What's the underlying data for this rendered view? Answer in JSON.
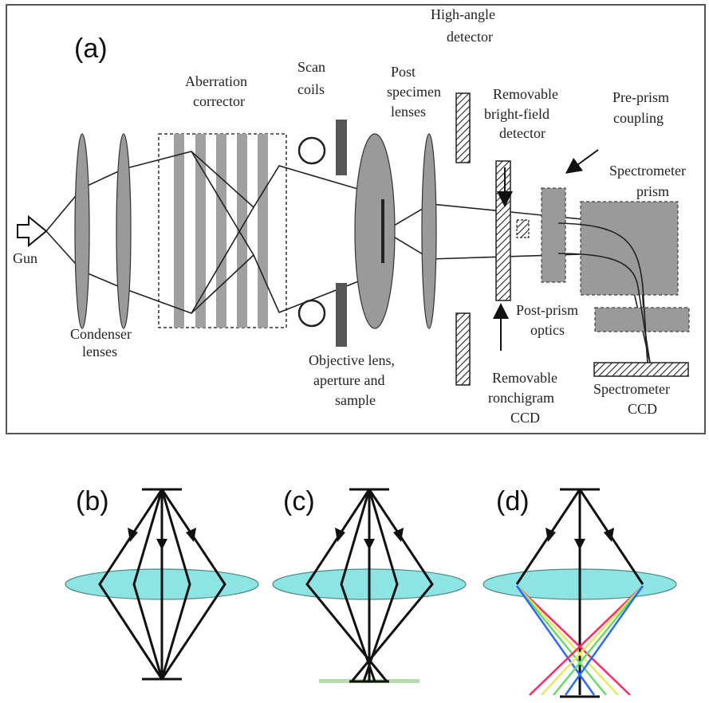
{
  "panel_a": {
    "label": "(a)",
    "gun": "Gun",
    "condenser": [
      "Condenser",
      "lenses"
    ],
    "aberration": [
      "Aberration",
      "corrector"
    ],
    "scan": [
      "Scan",
      "coils"
    ],
    "post_specimen": [
      "Post",
      "specimen",
      "lenses"
    ],
    "high_angle": [
      "High-angle",
      "detector"
    ],
    "bright_field": [
      "Removable",
      "bright-field",
      "detector"
    ],
    "pre_prism": [
      "Pre-prism",
      "coupling"
    ],
    "prism": [
      "Spectrometer",
      "prism"
    ],
    "objective": [
      "Objective  lens,",
      "aperture and",
      "sample"
    ],
    "post_prism": [
      "Post-prism",
      "optics"
    ],
    "ronchigram": [
      "Removable",
      "ronchigram",
      "CCD"
    ],
    "ccd": [
      "Spectrometer",
      "CCD"
    ]
  },
  "panel_b": {
    "label": "(b)"
  },
  "panel_c": {
    "label": "(c)"
  },
  "panel_d": {
    "label": "(d)"
  },
  "colors": {
    "lens_gray": "#9a9a9a",
    "lens_cyan": "#8ee3e3",
    "ray": "#111111",
    "red": "#ff2a6a",
    "blue": "#2a6bff",
    "green": "#6ad86a",
    "yellow": "#e8e860"
  }
}
